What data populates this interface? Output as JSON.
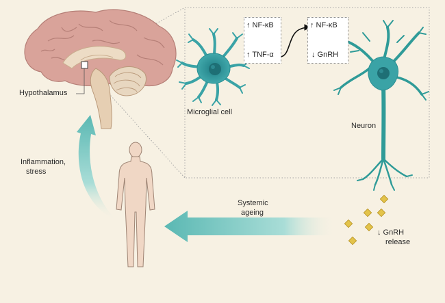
{
  "labels": {
    "hypothalamus": "Hypothalamus",
    "microglial_cell": "Microglial cell",
    "neuron": "Neuron",
    "inflammation_l1": "Inflammation,",
    "inflammation_l2": "stress",
    "systemic_l1": "Systemic",
    "systemic_l2": "ageing",
    "gnrh_release_l1": "↓ GnRH",
    "gnrh_release_l2": "release"
  },
  "microglia_box": {
    "line1": "↑ NF-κB",
    "line2": "↑ TNF-α"
  },
  "neuron_box": {
    "line1": "↑ NF-κB",
    "line2": "↓ GnRH"
  },
  "colors": {
    "background": "#f7f1e3",
    "brain": "#d9a39a",
    "cell": "#3aa3a6",
    "arrow": "#7cc9c4",
    "granule": "#e3c34a"
  }
}
